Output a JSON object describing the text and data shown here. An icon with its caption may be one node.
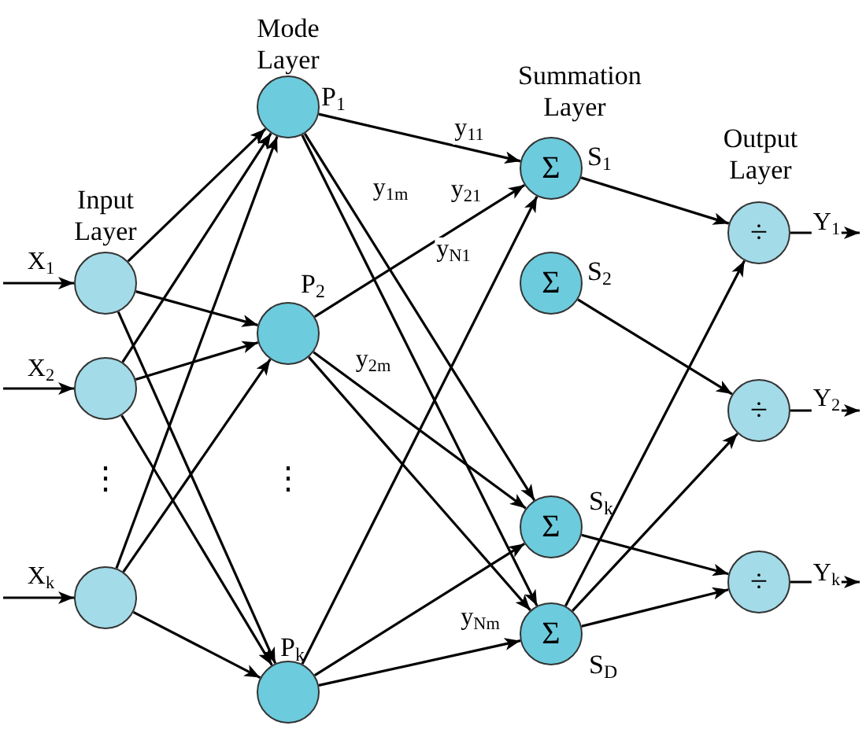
{
  "diagram": {
    "nodes": [
      {
        "text": [],
        "shape": "circle"
      },
      {
        "text": [],
        "shape": "circle"
      },
      {
        "text": [],
        "shape": "circle"
      },
      {
        "text": [],
        "shape": "circle",
        "beside": [
          "P$_{1}$"
        ]
      },
      {
        "text": [],
        "shape": "circle",
        "beside": [
          "P$_{2}$"
        ]
      },
      {
        "text": [],
        "shape": "circle",
        "beside": [
          "P$_{k}$"
        ]
      },
      {
        "text": [
          "Σ"
        ],
        "beside": [
          "S$_{1}$"
        ]
      },
      {
        "text": [
          "Σ"
        ],
        "beside": [
          "S$_{2}$"
        ]
      },
      {
        "text": [
          "Σ"
        ],
        "beside": [
          "S$_{k}$"
        ]
      },
      {
        "text": [
          "Σ"
        ],
        "beside": [
          "S$_{D}$"
        ]
      },
      {
        "text": [
          "÷"
        ]
      },
      {
        "text": [
          "÷"
        ]
      },
      {
        "text": [
          "÷"
        ]
      }
    ],
    "edges": [
      {
        "from": null,
        "to": 0,
        "arrow": "to",
        "label": "X$_{1}$"
      },
      {
        "from": null,
        "to": 1,
        "arrow": "to",
        "label": "X$_{2}$"
      },
      {
        "from": null,
        "to": 2,
        "arrow": "to",
        "label": "X$_{k}$"
      },
      {
        "from": 0,
        "to": 3,
        "arrow": "to"
      },
      {
        "from": 0,
        "to": 4,
        "arrow": "to"
      },
      {
        "from": 0,
        "to": 5,
        "arrow": "to"
      },
      {
        "from": 1,
        "to": 3,
        "arrow": "to"
      },
      {
        "from": 1,
        "to": 4,
        "arrow": "to"
      },
      {
        "from": 1,
        "to": 5,
        "arrow": "to"
      },
      {
        "from": 2,
        "to": 3,
        "arrow": "to"
      },
      {
        "from": 2,
        "to": 4,
        "arrow": "to"
      },
      {
        "from": 2,
        "to": 5,
        "arrow": "to"
      },
      {
        "from": 3,
        "to": 6,
        "arrow": "to",
        "label": "y$_{11}$"
      },
      {
        "from": 3,
        "to": 8,
        "arrow": "to"
      },
      {
        "from": 3,
        "to": 9,
        "arrow": "to",
        "label": "y$_{1m}$"
      },
      {
        "from": 4,
        "to": 6,
        "arrow": "to",
        "label": "y$_{21}$"
      },
      {
        "from": 4,
        "to": 8,
        "arrow": "to"
      },
      {
        "from": 4,
        "to": 9,
        "arrow": "to",
        "label": "y$_{2m}$"
      },
      {
        "from": 5,
        "to": 6,
        "arrow": "to",
        "label": "y$_{N1}$"
      },
      {
        "from": 5,
        "to": 8,
        "arrow": "to"
      },
      {
        "from": 5,
        "to": 9,
        "arrow": "to",
        "label": "y$_{Nm}$"
      },
      {
        "from": 6,
        "to": 10,
        "arrow": "to"
      },
      {
        "from": 7,
        "to": 11,
        "arrow": "to"
      },
      {
        "from": 8,
        "to": 12,
        "arrow": "to"
      },
      {
        "from": 9,
        "to": 10,
        "arrow": "to"
      },
      {
        "from": 9,
        "to": 11,
        "arrow": "to"
      },
      {
        "from": 9,
        "to": 12,
        "arrow": "to"
      },
      {
        "from": 10,
        "to": null,
        "arrow": "to",
        "label": "Y$_{1}$"
      },
      {
        "from": 11,
        "to": null,
        "arrow": "to",
        "label": "Y$_{2}$"
      },
      {
        "from": 12,
        "to": null,
        "arrow": "to",
        "label": "Y$_{k}$"
      }
    ],
    "labels": [
      "Mode Layer",
      "Summation Layer",
      "Output Layer",
      "Input Layer",
      "⋮",
      "⋮"
    ]
  }
}
